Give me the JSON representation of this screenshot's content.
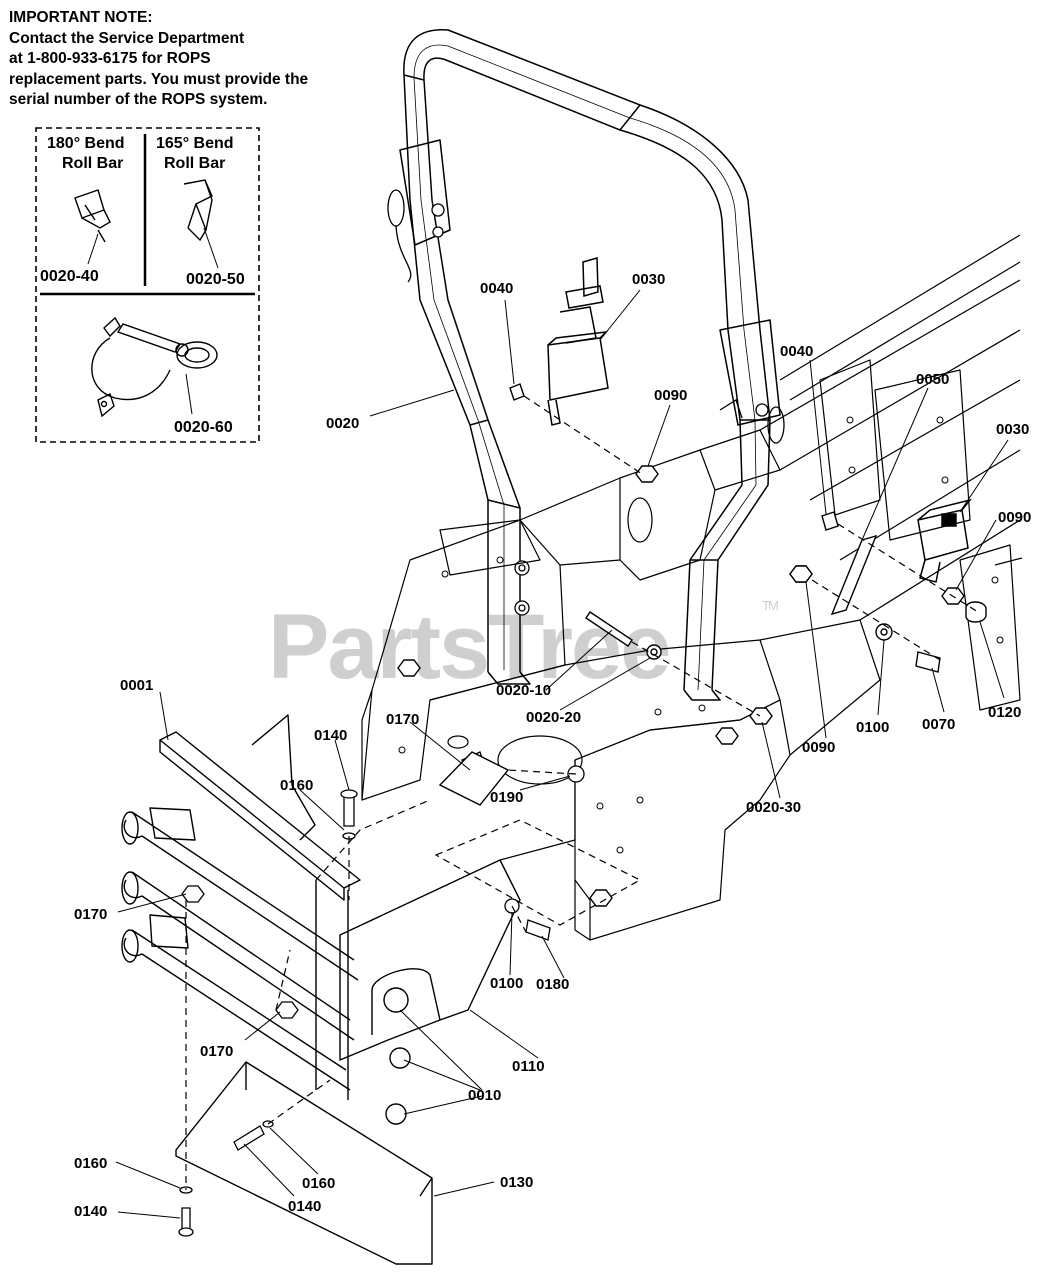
{
  "note": {
    "lines": [
      "IMPORTANT NOTE:",
      "Contact the Service Department",
      "at 1-800-933-6175 for ROPS",
      "replacement parts. You must provide the",
      "serial number of the ROPS system."
    ]
  },
  "inset": {
    "left_title": [
      "180° Bend",
      "Roll Bar"
    ],
    "right_title": [
      "165° Bend",
      "Roll Bar"
    ],
    "labels": [
      "0020-40",
      "0020-50",
      "0020-60"
    ]
  },
  "watermark": {
    "text": "PartsTree",
    "tm": "TM"
  },
  "callouts": [
    "0040",
    "0030",
    "0090",
    "0020",
    "0040",
    "0050",
    "0030",
    "0090",
    "0020-10",
    "0020-20",
    "0100",
    "0070",
    "0120",
    "0090",
    "0020-30",
    "0001",
    "0140",
    "0160",
    "0170",
    "0190",
    "0170",
    "0100",
    "0180",
    "0170",
    "0110",
    "0010",
    "0160",
    "0140",
    "0160",
    "0140",
    "0130"
  ]
}
